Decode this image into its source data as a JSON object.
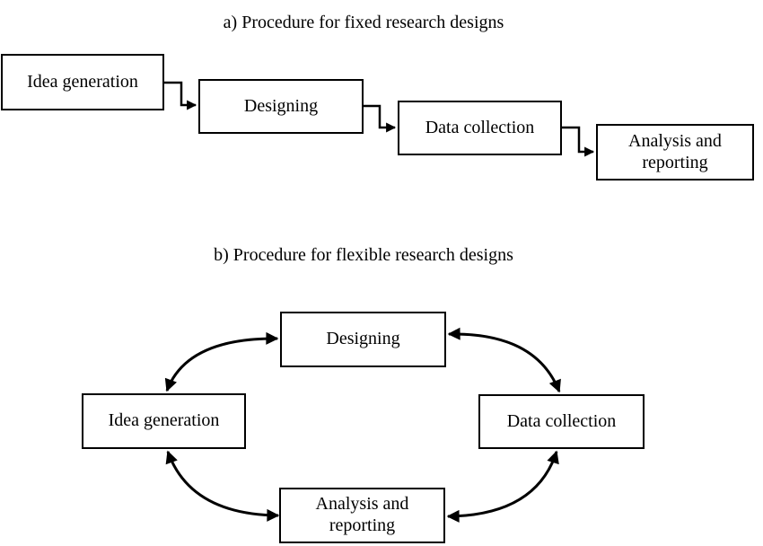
{
  "colors": {
    "background": "#ffffff",
    "line": "#000000",
    "text": "#000000"
  },
  "section_a": {
    "title": "a) Procedure for fixed research designs",
    "steps": [
      "Idea generation",
      "Designing",
      "Data collection",
      "Analysis and reporting"
    ],
    "arrow_style": "stepped single-headed arrows, left-to-right descending staircase"
  },
  "section_b": {
    "title": "b) Procedure for flexible research designs",
    "nodes": [
      "Designing",
      "Data collection",
      "Analysis and reporting",
      "Idea generation"
    ],
    "arrow_style": "curved double-headed arrows forming a cycle between all four boxes"
  }
}
